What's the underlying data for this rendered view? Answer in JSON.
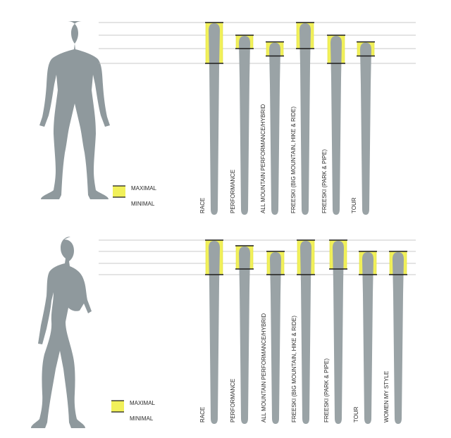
{
  "colors": {
    "ski": "#9aa3a6",
    "body": "#8f999d",
    "highlight": "#f1f05a",
    "highlight_border": "#e3df3a",
    "marker": "#1c1c1c",
    "guideline": "#b8b8b8"
  },
  "legend": {
    "maximal_label": "MAXIMAL",
    "minimal_label": "MINIMAL"
  },
  "panels": [
    {
      "figure": "male-silhouette",
      "categories": [
        "RACE",
        "PERFORMANCE",
        "ALL MOUNTAIN PERFORMANCE/HYBRID",
        "FREESKI (BIG MOUNTAIN, HIKE & RIDE)",
        "FREESKI (PARK & PIPE)",
        "TOUR"
      ],
      "skis": [
        {
          "max_level": 4,
          "min_level": 1
        },
        {
          "max_level": 3,
          "min_level": 2
        },
        {
          "max_level": 2.5,
          "min_level": 1.5
        },
        {
          "max_level": 4,
          "min_level": 2
        },
        {
          "max_level": 3,
          "min_level": 1
        },
        {
          "max_level": 2.5,
          "min_level": 1.5
        }
      ]
    },
    {
      "figure": "female-silhouette",
      "categories": [
        "RACE",
        "PERFORMANCE",
        "ALL MOUNTAIN PERFORMANCE/HYBRID",
        "FREESKI (BIG MOUNTAIN, HIKE & RIDE)",
        "FREESKI (PARK & PIPE)",
        "TOUR",
        "WOMEN MY STYLE"
      ],
      "skis": [
        {
          "max_level": 4,
          "min_level": 1
        },
        {
          "max_level": 3.5,
          "min_level": 1.5
        },
        {
          "max_level": 3,
          "min_level": 1
        },
        {
          "max_level": 4,
          "min_level": 1
        },
        {
          "max_level": 4,
          "min_level": 1.5
        },
        {
          "max_level": 3,
          "min_level": 1
        },
        {
          "max_level": 3,
          "min_level": 1
        }
      ]
    }
  ]
}
